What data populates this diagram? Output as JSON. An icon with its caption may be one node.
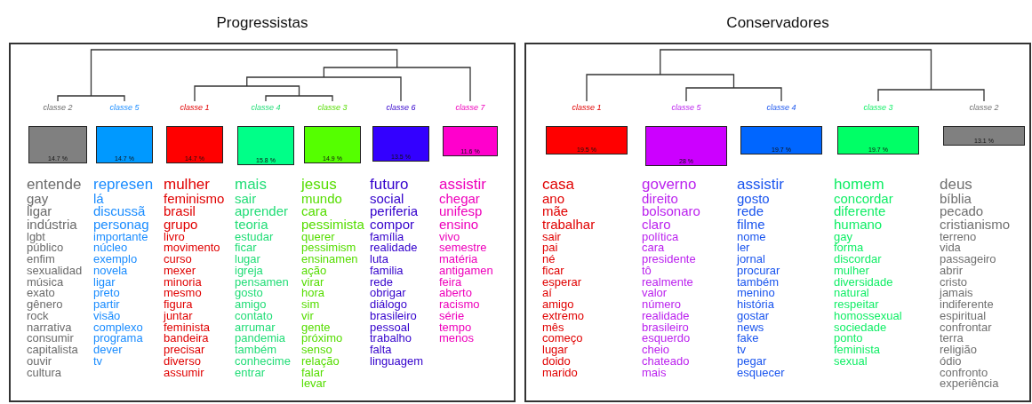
{
  "diagram": {
    "nodes": [
      {
        "text": [
          "Progressistas"
        ]
      },
      {
        "text": [
          "14.7 %"
        ],
        "in": 0,
        "beside": [
          "classe 2",
          "entende",
          "gay",
          "ligar",
          "indústria",
          "lgbt",
          "público",
          "enfim",
          "sexualidad",
          "música",
          "exato",
          "gênero",
          "rock",
          "narrativa",
          "consumir",
          "capitalista",
          "ouvir",
          "cultura"
        ]
      },
      {
        "text": [
          "14.7 %"
        ],
        "in": 0,
        "beside": [
          "classe 5",
          "represen",
          "lá",
          "discussã",
          "personag",
          "importante",
          "núcleo",
          "exemplo",
          "novela",
          "ligar",
          "preto",
          "partir",
          "visão",
          "complexo",
          "programa",
          "dever",
          "tv"
        ]
      },
      {
        "text": [
          "14.7 %"
        ],
        "in": 0,
        "beside": [
          "classe 1",
          "mulher",
          "feminismo",
          "brasil",
          "grupo",
          "livro",
          "movimento",
          "curso",
          "mexer",
          "minoria",
          "mesmo",
          "figura",
          "juntar",
          "feminista",
          "bandeira",
          "precisar",
          "diverso",
          "assumir"
        ]
      },
      {
        "text": [
          "15.8 %"
        ],
        "in": 0,
        "beside": [
          "classe 4",
          "mais",
          "sair",
          "aprender",
          "teoria",
          "estudar",
          "ficar",
          "lugar",
          "igreja",
          "pensamen",
          "gosto",
          "amigo",
          "contato",
          "arrumar",
          "pandemia",
          "também",
          "conhecime",
          "entrar"
        ]
      },
      {
        "text": [
          "14.9 %"
        ],
        "in": 0,
        "beside": [
          "classe 3",
          "jesus",
          "mundo",
          "cara",
          "pessimista",
          "querer",
          "pessimism",
          "ensinamen",
          "ação",
          "virar",
          "hora",
          "sim",
          "vir",
          "gente",
          "próximo",
          "senso",
          "relação",
          "falar",
          "levar"
        ]
      },
      {
        "text": [
          "13.5 %"
        ],
        "in": 0,
        "beside": [
          "classe 6",
          "futuro",
          "social",
          "periferia",
          "compor",
          "família",
          "realidade",
          "luta",
          "familia",
          "rede",
          "obrigar",
          "diálogo",
          "brasileiro",
          "pessoal",
          "trabalho",
          "falta",
          "linguagem"
        ]
      },
      {
        "text": [
          "11.6 %"
        ],
        "in": 0,
        "beside": [
          "classe 7",
          "assistir",
          "chegar",
          "unifesp",
          "ensino",
          "vivo",
          "semestre",
          "matéria",
          "antigamen",
          "feira",
          "aberto",
          "racismo",
          "série",
          "tempo",
          "menos"
        ]
      },
      {
        "text": [
          "Conservadores"
        ]
      },
      {
        "text": [
          "19.5 %"
        ],
        "in": 8,
        "beside": [
          "classe 1",
          "casa",
          "ano",
          "mãe",
          "trabalhar",
          "sair",
          "pai",
          "né",
          "ficar",
          "esperar",
          "aí",
          "amigo",
          "extremo",
          "mês",
          "começo",
          "lugar",
          "doido",
          "marido"
        ]
      },
      {
        "text": [
          "28 %"
        ],
        "in": 8,
        "beside": [
          "classe 5",
          "governo",
          "direito",
          "bolsonaro",
          "claro",
          "política",
          "cara",
          "presidente",
          "tô",
          "realmente",
          "valor",
          "número",
          "realidade",
          "brasileiro",
          "esquerdo",
          "cheio",
          "chateado",
          "mais"
        ]
      },
      {
        "text": [
          "19.7 %"
        ],
        "in": 8,
        "beside": [
          "classe 4",
          "assistir",
          "gosto",
          "rede",
          "filme",
          "nome",
          "ler",
          "jornal",
          "procurar",
          "também",
          "menino",
          "história",
          "gostar",
          "news",
          "fake",
          "tv",
          "pegar",
          "esquecer"
        ]
      },
      {
        "text": [
          "19.7 %"
        ],
        "in": 8,
        "beside": [
          "classe 3",
          "homem",
          "concordar",
          "diferente",
          "humano",
          "gay",
          "forma",
          "discordar",
          "mulher",
          "diversidade",
          "natural",
          "respeitar",
          "homossexual",
          "sociedade",
          "ponto",
          "feminista",
          "sexual"
        ]
      },
      {
        "text": [
          "13.1 %"
        ],
        "in": 8,
        "beside": [
          "classe 2",
          "deus",
          "bíblia",
          "pecado",
          "cristianismo",
          "terreno",
          "vida",
          "passageiro",
          "abrir",
          "cristo",
          "jamais",
          "indiferente",
          "espiritual",
          "confrontar",
          "terra",
          "religião",
          "ódio",
          "confronto",
          "experiência"
        ]
      }
    ]
  }
}
